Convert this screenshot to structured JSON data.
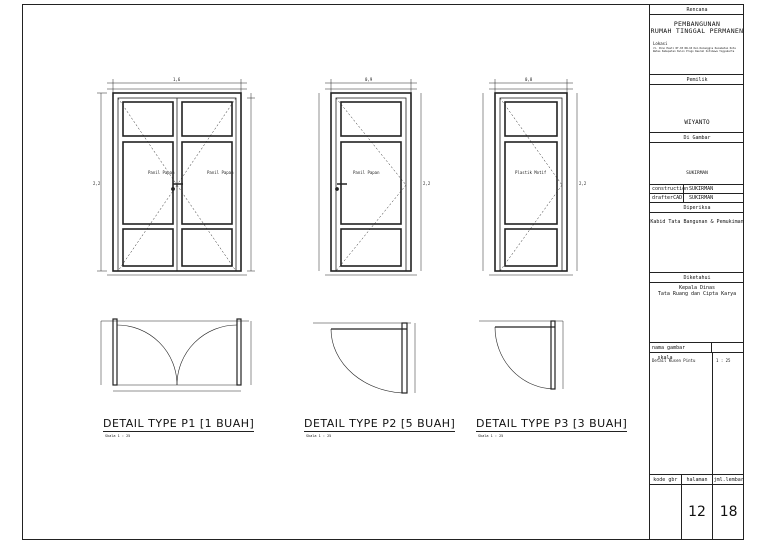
{
  "drawing": {
    "doors": [
      {
        "panel_left": "Panil Papan",
        "panel_right": "Panil Papan",
        "width_dim": "1,6",
        "height_dim": "2,2"
      },
      {
        "panel": "Panil Papan",
        "width_dim": "0,9",
        "height_dim": "2,2"
      },
      {
        "panel": "Plastik Motif",
        "width_dim": "0,8",
        "height_dim": "2,2"
      }
    ],
    "details": [
      {
        "title": "DETAIL TYPE P1 [1 BUAH]",
        "scale": "Skala 1 : 25"
      },
      {
        "title": "DETAIL TYPE P2 [5 BUAH]",
        "scale": "Skala 1 : 25"
      },
      {
        "title": "DETAIL TYPE P3 [3 BUAH]",
        "scale": "Skala 1 : 25"
      }
    ]
  },
  "title_block": {
    "rencana_label": "Rencana",
    "project_line1": "PEMBANGUNAN",
    "project_line2": "RUMAH TINGGAL PERMANEN",
    "lokasi_label": "Lokasi",
    "lokasi_text": "Jl. Pono Hasti RT.03 RW.10 Kel.Dalanggis Kecamatan Kota Wates Kabupaten Kulon Progo Daerah Istimewa Yogyakarta",
    "pemilik_label": "Pemilik",
    "owner": "WIYANTO",
    "digambar_label": "Di Gambar",
    "drawer": "SUKIRMAN",
    "construction_label": "construction",
    "construction_value": "SUKIRMAN",
    "drafter_label": "drafterCAD",
    "drafter_value": "SUKIRMAN",
    "diperiksa_label": "Diperiksa",
    "diperiksa_text": "Kabid Tata Bangunan & Pemukiman",
    "diketahui_label": "Diketahui",
    "diketahui_line1": "Kepala Dinas",
    "diketahui_line2": "Tata Ruang dan Cipta Karya",
    "nama_gambar_label": "nama gambar",
    "skala_label": "skala",
    "nama_gambar": "Detail Kusen Pintu",
    "skala": "1 : 25",
    "kode_label": "kode gbr",
    "halaman_label": "halaman",
    "jml_label": "jml.lembar",
    "halaman": "12",
    "jml_lembar": "18"
  }
}
